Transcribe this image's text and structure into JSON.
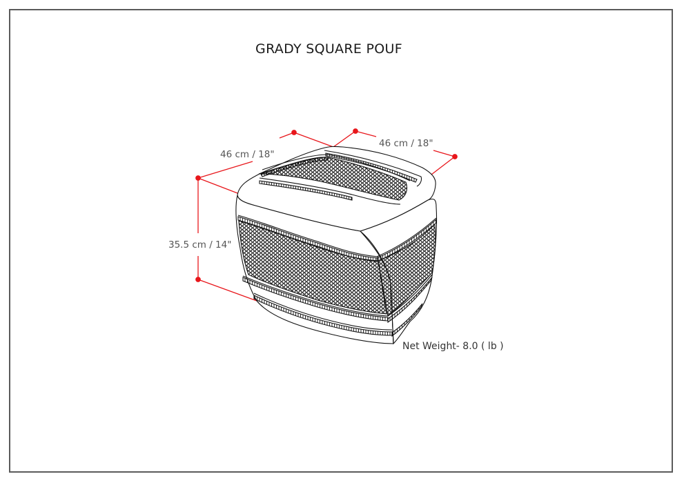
{
  "title": "GRADY SQUARE POUF",
  "dimensions": {
    "width": "46 cm / 18\"",
    "depth": "46 cm / 18\"",
    "height": "35.5 cm / 14\""
  },
  "net_weight": "Net Weight- 8.0 ( lb )",
  "colors": {
    "dimension_line": "#e8161b",
    "outline": "#111111",
    "frame": "#5a5a5a"
  }
}
